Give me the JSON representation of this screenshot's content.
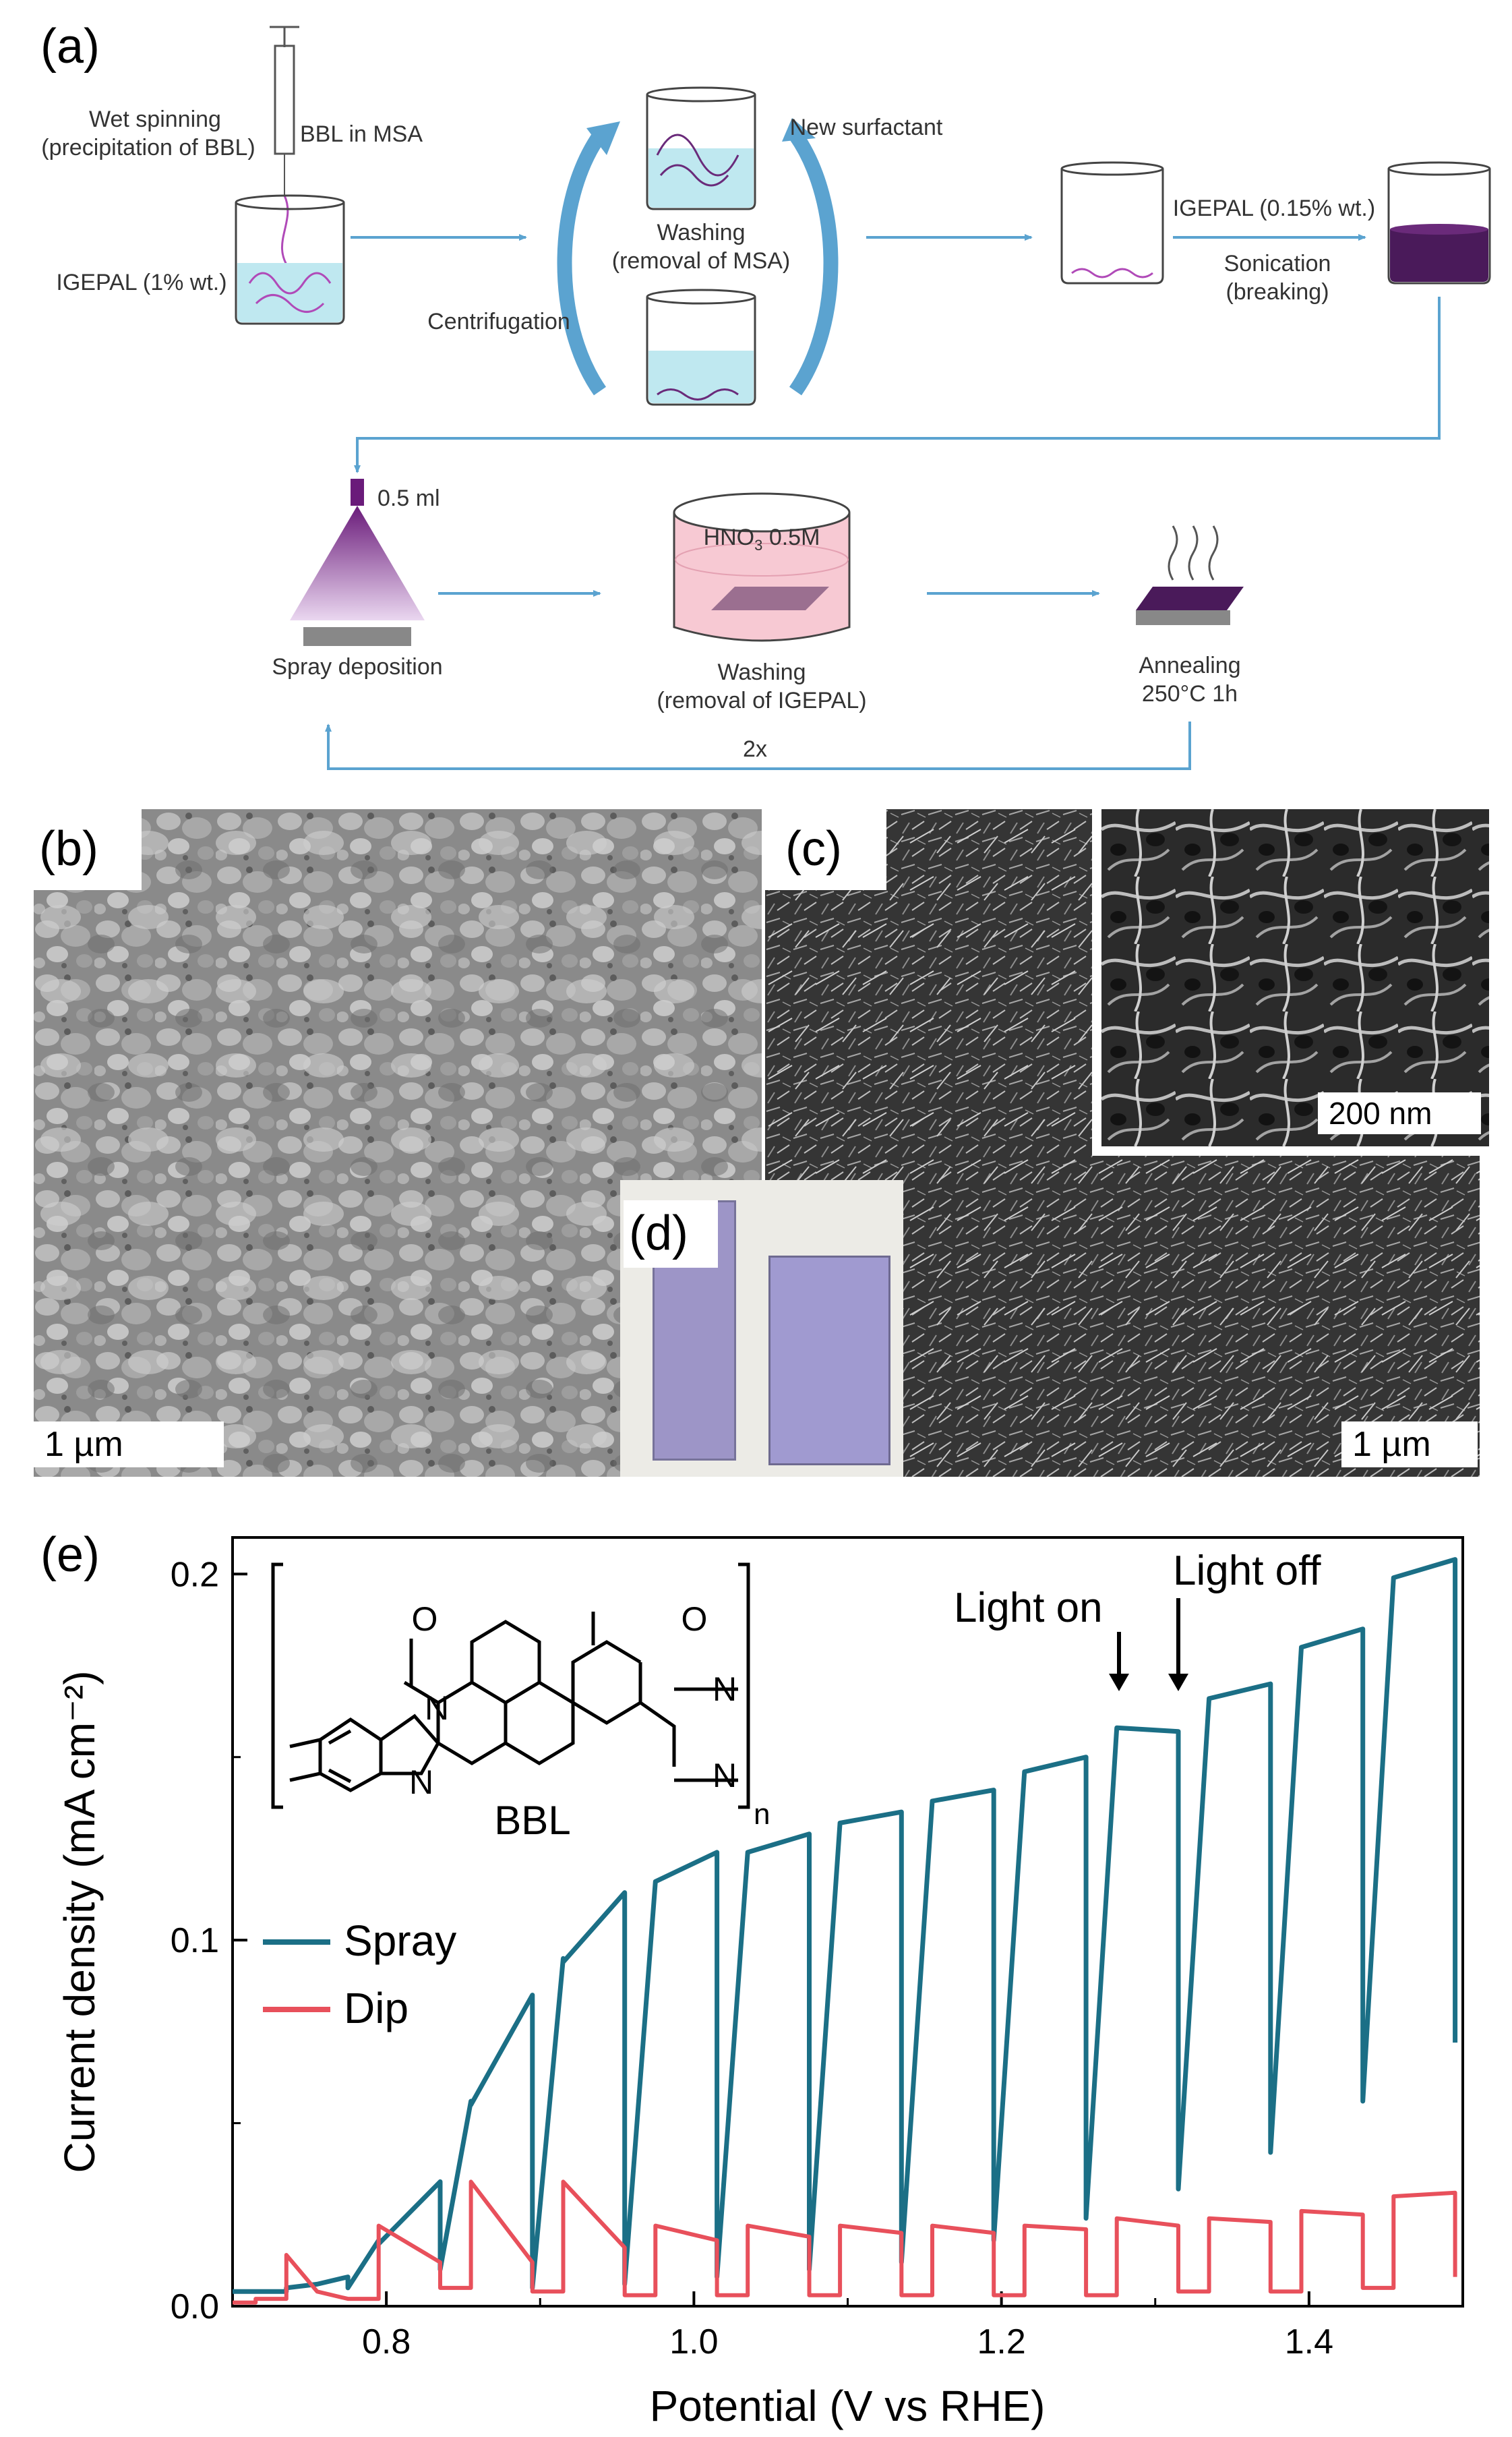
{
  "panels": {
    "a": {
      "letter": "(a)",
      "wet_spinning": "Wet spinning",
      "precipitation": "(precipitation of BBL)",
      "bbl_in_msa": "BBL in MSA",
      "igepal_1": "IGEPAL (1% wt.)",
      "new_surfactant": "New surfactant",
      "washing": "Washing",
      "removal_msa": "(removal of MSA)",
      "centrifugation": "Centrifugation",
      "igepal_015": "IGEPAL (0.15% wt.)",
      "sonication": "Sonication",
      "breaking": "(breaking)",
      "volume": "0.5 ml",
      "spray_deposition": "Spray deposition",
      "hno3": "HNO",
      "hno3_sub": "3",
      "hno3_conc": "0.5M",
      "washing2": "Washing",
      "removal_igepal": "(removal of IGEPAL)",
      "annealing": "Annealing",
      "anneal_cond": "250°C 1h",
      "repeat": "2x"
    },
    "b": {
      "letter": "(b)",
      "scale": "1 µm"
    },
    "c": {
      "letter": "(c)",
      "scale": "1 µm",
      "inset_scale": "200 nm"
    },
    "d": {
      "letter": "(d)"
    },
    "e": {
      "letter": "(e)"
    }
  },
  "colors": {
    "arrow": "#5ba3d0",
    "purple": "#4a1a5a",
    "spray": "#1b6f86",
    "dip": "#e8505b",
    "solution": "#bfe8f0",
    "acid": "#f7c9d3"
  },
  "chart_data": {
    "type": "line",
    "xlabel": "Potential (V vs RHE)",
    "ylabel": "Current density (mA cm⁻²)",
    "xlim": [
      0.7,
      1.5
    ],
    "ylim": [
      0.0,
      0.21
    ],
    "x_ticks": [
      "0.8",
      "1.0",
      "1.2",
      "1.4"
    ],
    "x_tick_values": [
      0.8,
      1.0,
      1.2,
      1.4
    ],
    "y_ticks": [
      "0.0",
      "0.1",
      "0.2"
    ],
    "y_tick_values": [
      0.0,
      0.1,
      0.2
    ],
    "legend": "left",
    "grid": false,
    "series": [
      {
        "name": "Spray",
        "x": [
          0.7,
          0.715,
          0.715,
          0.735,
          0.735,
          0.755,
          0.755,
          0.775,
          0.775,
          0.795,
          0.795,
          0.835,
          0.835,
          0.855,
          0.855,
          0.895,
          0.895,
          0.915,
          0.915,
          0.955,
          0.955,
          0.975,
          0.975,
          1.015,
          1.015,
          1.035,
          1.035,
          1.075,
          1.075,
          1.095,
          1.095,
          1.135,
          1.135,
          1.155,
          1.155,
          1.195,
          1.195,
          1.215,
          1.215,
          1.255,
          1.255,
          1.275,
          1.275,
          1.315,
          1.315,
          1.335,
          1.335,
          1.375,
          1.375,
          1.395,
          1.395,
          1.435,
          1.435,
          1.455,
          1.455,
          1.495,
          1.495
        ],
        "y": [
          0.004,
          0.004,
          0.004,
          0.004,
          0.005,
          0.006,
          0.006,
          0.008,
          0.005,
          0.018,
          0.017,
          0.034,
          0.01,
          0.056,
          0.055,
          0.085,
          0.005,
          0.095,
          0.094,
          0.113,
          0.006,
          0.116,
          0.116,
          0.124,
          0.008,
          0.124,
          0.124,
          0.129,
          0.01,
          0.132,
          0.132,
          0.135,
          0.012,
          0.138,
          0.138,
          0.141,
          0.018,
          0.146,
          0.146,
          0.15,
          0.024,
          0.158,
          0.158,
          0.157,
          0.032,
          0.166,
          0.166,
          0.17,
          0.042,
          0.18,
          0.18,
          0.185,
          0.056,
          0.199,
          0.199,
          0.204,
          0.072
        ]
      },
      {
        "name": "Dip",
        "x": [
          0.7,
          0.715,
          0.715,
          0.735,
          0.735,
          0.755,
          0.755,
          0.775,
          0.775,
          0.795,
          0.795,
          0.835,
          0.835,
          0.855,
          0.855,
          0.895,
          0.895,
          0.915,
          0.915,
          0.955,
          0.955,
          0.975,
          0.975,
          1.015,
          1.015,
          1.035,
          1.035,
          1.075,
          1.075,
          1.095,
          1.095,
          1.135,
          1.135,
          1.155,
          1.155,
          1.195,
          1.195,
          1.215,
          1.215,
          1.255,
          1.255,
          1.275,
          1.275,
          1.315,
          1.315,
          1.335,
          1.335,
          1.375,
          1.375,
          1.395,
          1.395,
          1.435,
          1.435,
          1.455,
          1.455,
          1.495,
          1.495
        ],
        "y": [
          0.001,
          0.001,
          0.002,
          0.002,
          0.014,
          0.004,
          0.004,
          0.002,
          0.002,
          0.002,
          0.022,
          0.012,
          0.005,
          0.005,
          0.034,
          0.012,
          0.004,
          0.004,
          0.034,
          0.016,
          0.003,
          0.003,
          0.022,
          0.018,
          0.003,
          0.003,
          0.022,
          0.019,
          0.003,
          0.003,
          0.022,
          0.02,
          0.003,
          0.003,
          0.022,
          0.02,
          0.003,
          0.003,
          0.022,
          0.021,
          0.003,
          0.003,
          0.024,
          0.022,
          0.004,
          0.004,
          0.024,
          0.023,
          0.004,
          0.004,
          0.026,
          0.025,
          0.005,
          0.005,
          0.03,
          0.031,
          0.008
        ]
      }
    ],
    "annotations": [
      "Light on",
      "Light off"
    ],
    "inset_label": "BBL",
    "inset_subscript": "n",
    "inset_atoms": [
      "O",
      "O",
      "N",
      "N",
      "N",
      "N"
    ]
  }
}
